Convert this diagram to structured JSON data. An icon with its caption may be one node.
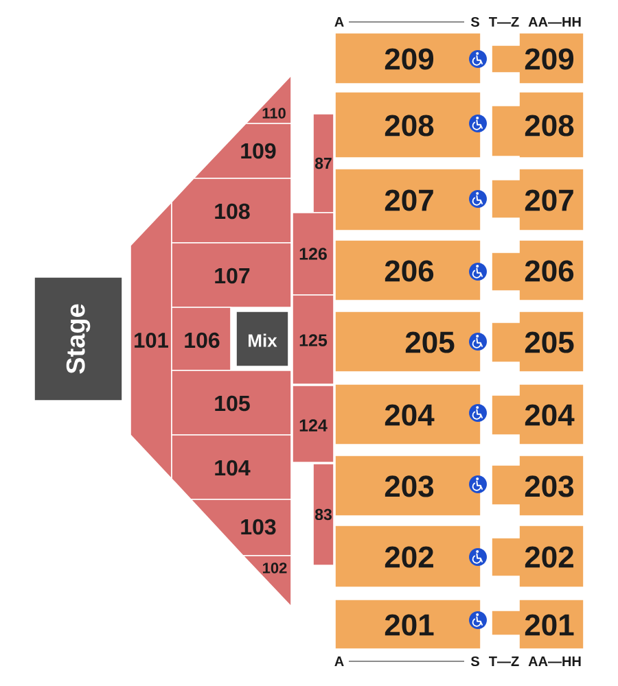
{
  "diagram": {
    "nodes": [
      {
        "text": [
          "Stage"
        ]
      },
      {
        "text": [
          "101"
        ]
      },
      {
        "text": [
          "110"
        ]
      },
      {
        "text": [
          "109"
        ]
      },
      {
        "text": [
          "108"
        ]
      },
      {
        "text": [
          "107"
        ]
      },
      {
        "text": [
          "106"
        ]
      },
      {
        "text": [
          "Mix"
        ]
      },
      {
        "text": [
          "105"
        ]
      },
      {
        "text": [
          "104"
        ]
      },
      {
        "text": [
          "103"
        ]
      },
      {
        "text": [
          "102"
        ]
      },
      {
        "text": [
          "87"
        ]
      },
      {
        "text": [
          "126"
        ]
      },
      {
        "text": [
          "125"
        ]
      },
      {
        "text": [
          "124"
        ]
      },
      {
        "text": [
          "83"
        ]
      },
      {
        "text": [
          "209"
        ]
      },
      {
        "text": [
          "209"
        ]
      },
      {
        "text": [
          "208"
        ]
      },
      {
        "text": [
          "208"
        ]
      },
      {
        "text": [
          "207"
        ]
      },
      {
        "text": [
          "207"
        ]
      },
      {
        "text": [
          "206"
        ]
      },
      {
        "text": [
          "206"
        ]
      },
      {
        "text": [
          "205"
        ]
      },
      {
        "text": [
          "205"
        ]
      },
      {
        "text": [
          "204"
        ]
      },
      {
        "text": [
          "204"
        ]
      },
      {
        "text": [
          "203"
        ]
      },
      {
        "text": [
          "203"
        ]
      },
      {
        "text": [
          "202"
        ]
      },
      {
        "text": [
          "202"
        ]
      },
      {
        "text": [
          "201"
        ]
      },
      {
        "text": [
          "201"
        ]
      }
    ],
    "labels": [
      "A",
      "S",
      "T—Z",
      "AA—HH",
      "A",
      "S",
      "T—Z",
      "AA—HH"
    ]
  }
}
